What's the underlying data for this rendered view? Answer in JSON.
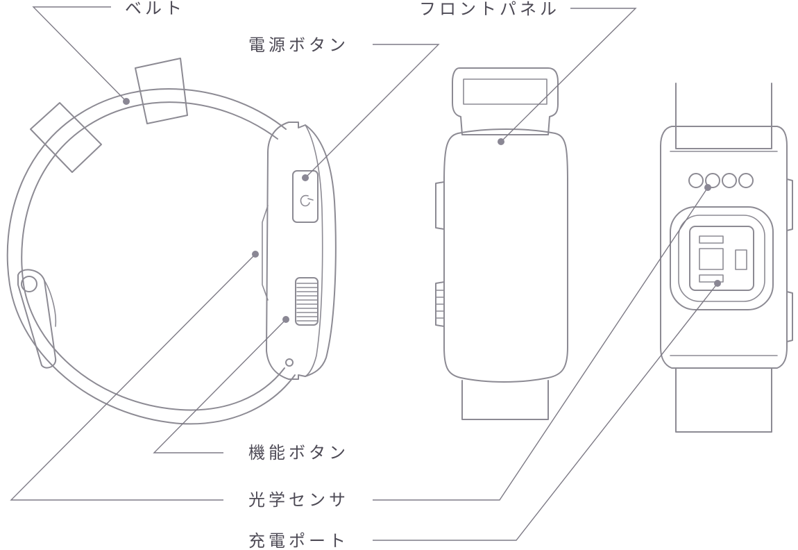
{
  "labels": {
    "belt": "ベルト",
    "power_button": "電源ボタン",
    "front_panel": "フロントパネル",
    "function_button": "機能ボタン",
    "optical_sensor": "光学センサ",
    "charge_port": "充電ポート"
  },
  "colors": {
    "device_line": "#8c8a93",
    "leader_line": "#7d7a85",
    "dot": "#8a8794",
    "label_text": "#4d4a55",
    "background": "#ffffff"
  }
}
